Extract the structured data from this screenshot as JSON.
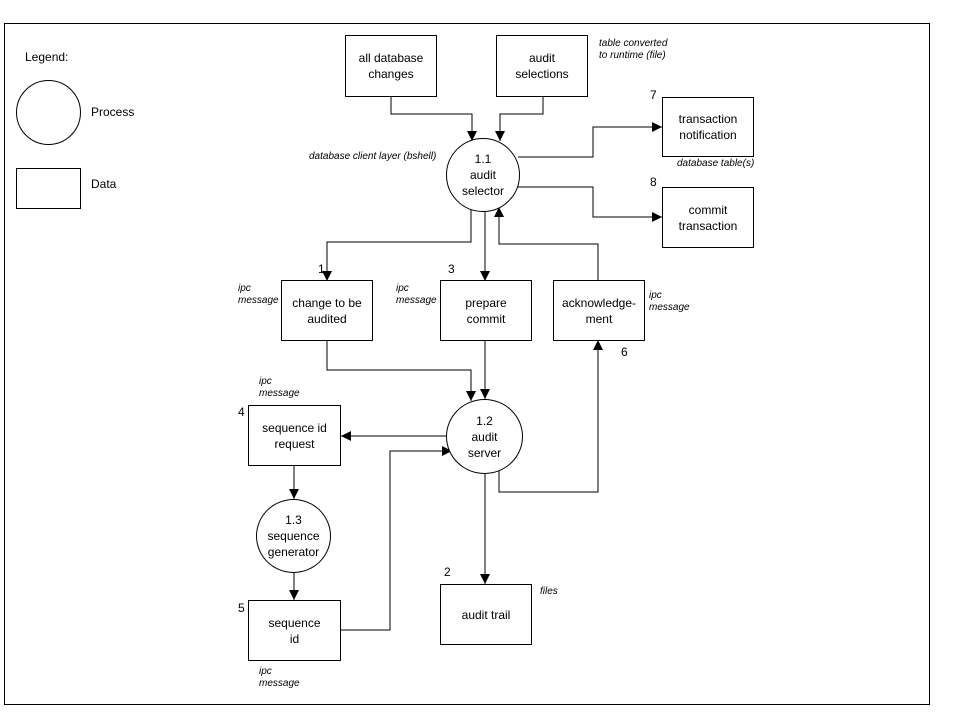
{
  "legend": {
    "title": "Legend:",
    "process": "Process",
    "data": "Data"
  },
  "processes": {
    "audit_selector": "1.1\naudit\nselector",
    "audit_server": "1.2\naudit\nserver",
    "sequence_generator": "1.3\nsequence\ngenerator"
  },
  "data_stores": {
    "all_db_changes": "all database\nchanges",
    "audit_selections": "audit\nselections",
    "transaction_notification": "transaction\nnotification",
    "commit_transaction": "commit\ntransaction",
    "change_to_be_audited": "change to be\naudited",
    "prepare_commit": "prepare\ncommit",
    "acknowledgement": "acknowledge-\nment",
    "sequence_id_request": "sequence id\nrequest",
    "sequence_id": "sequence\nid",
    "audit_trail": "audit trail"
  },
  "numbers": {
    "n1": "1",
    "n2": "2",
    "n3": "3",
    "n4": "4",
    "n5": "5",
    "n6": "6",
    "n7": "7",
    "n8": "8"
  },
  "notes": {
    "table_converted": "table converted\nto runtime (file)",
    "db_client_layer": "database client layer (bshell)",
    "db_tables": "database table(s)",
    "ipc_change": "ipc\nmessage",
    "ipc_prepare": "ipc\nmessage",
    "ipc_ack": "ipc\nmessage",
    "ipc_seq_req": "ipc\nmessage",
    "ipc_seq_id": "ipc\nmessage",
    "files": "files"
  }
}
